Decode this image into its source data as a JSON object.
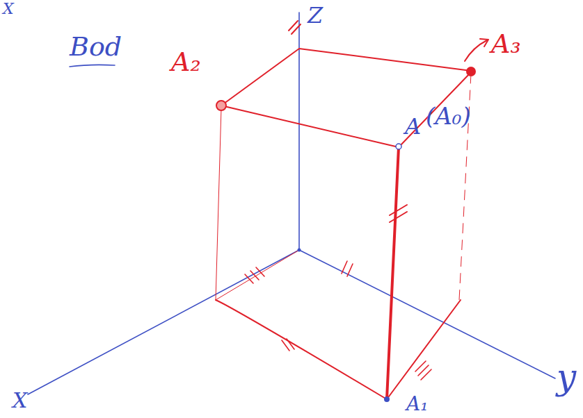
{
  "diagram": {
    "title": "Bod",
    "labels": [
      "X",
      "Z",
      "A₂",
      "A₃",
      "A",
      "(A₀)",
      "y",
      "X",
      "A₁"
    ]
  }
}
